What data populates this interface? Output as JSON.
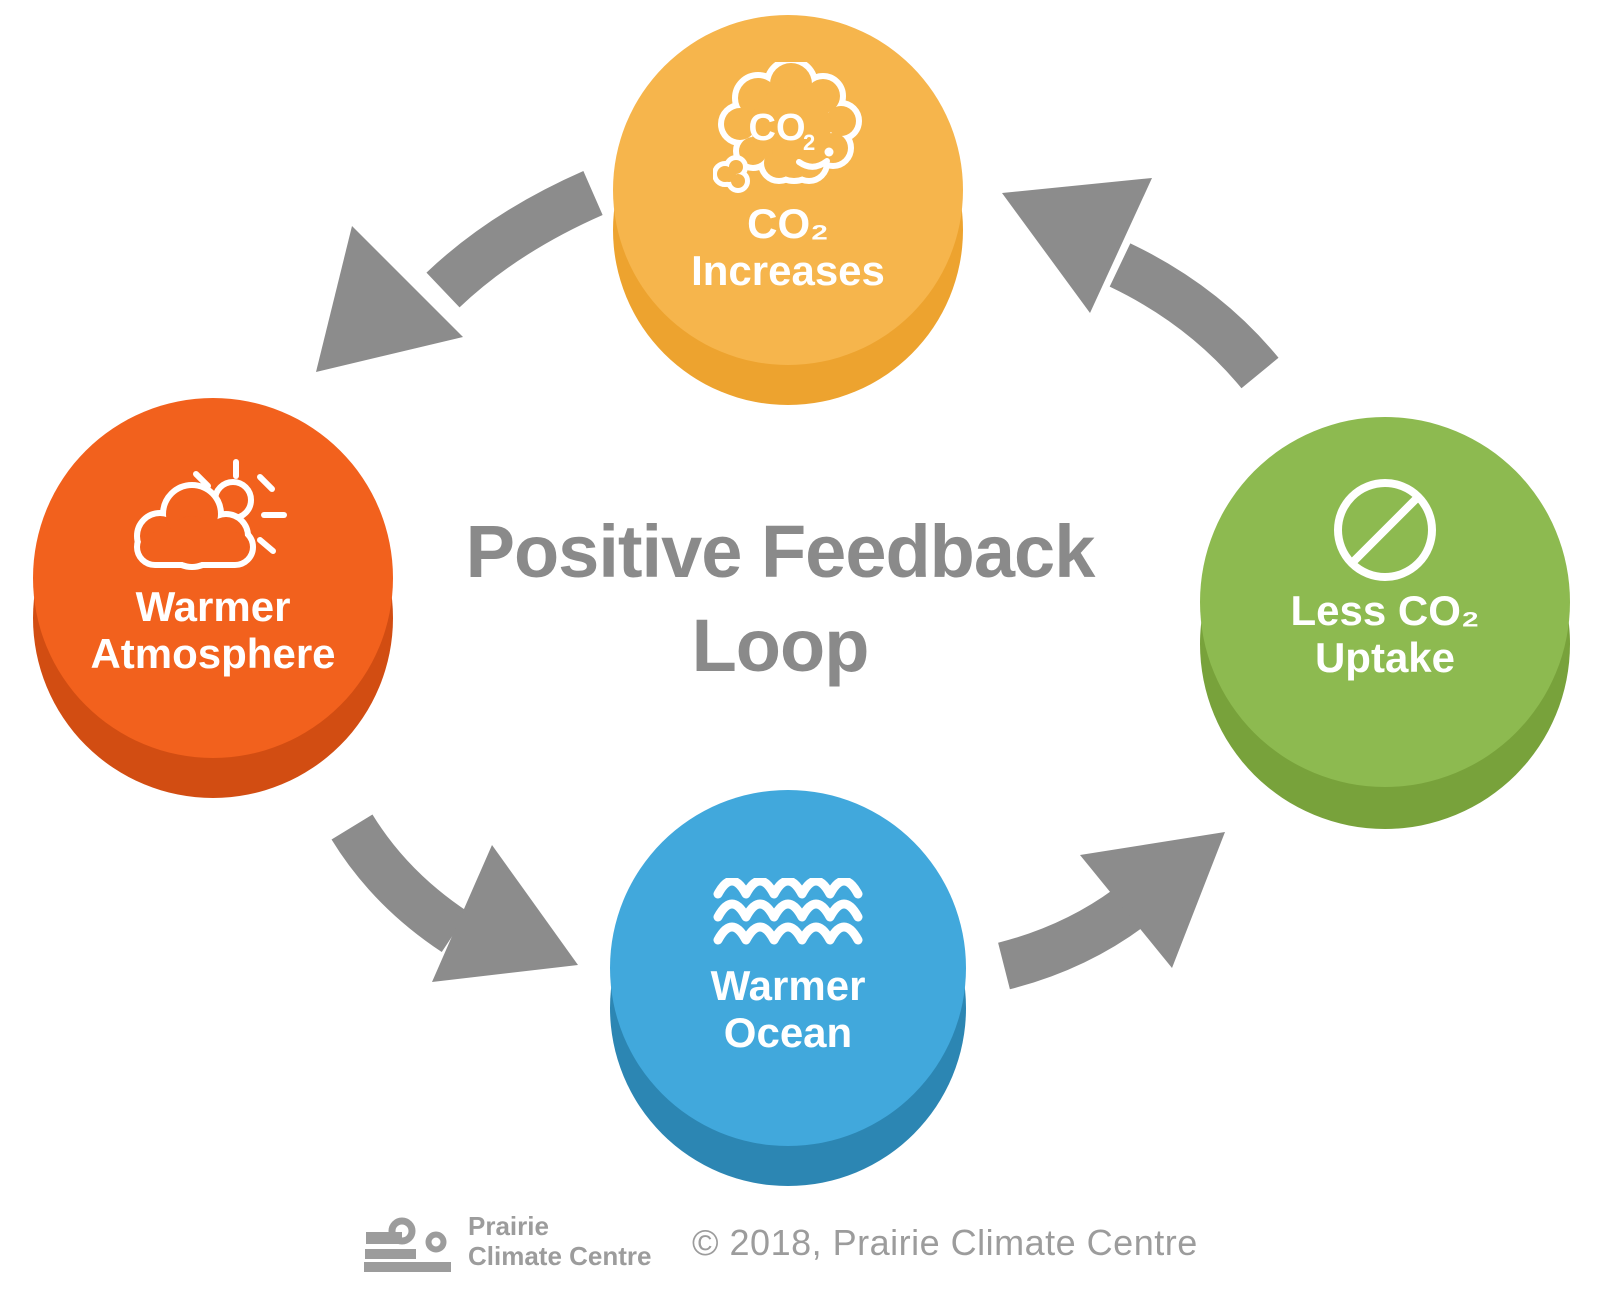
{
  "title": {
    "line1": "Positive Feedback",
    "line2": "Loop"
  },
  "nodes": [
    {
      "id": "co2-increases",
      "label_line1": "CO₂",
      "label_line2": "Increases",
      "icon": "co2-thought-cloud-icon",
      "icon_text_main": "CO",
      "icon_text_sub": "2"
    },
    {
      "id": "warmer-atmosphere",
      "label_line1": "Warmer",
      "label_line2": "Atmosphere",
      "icon": "sun-behind-cloud-icon"
    },
    {
      "id": "warmer-ocean",
      "label_line1": "Warmer",
      "label_line2": "Ocean",
      "icon": "ocean-waves-icon"
    },
    {
      "id": "less-co2-uptake",
      "label_line1": "Less CO₂",
      "label_line2": "Uptake",
      "icon": "no-symbol-icon"
    }
  ],
  "arrows": [
    {
      "name": "arrow-co2-to-atmosphere",
      "from": "co2-increases",
      "to": "warmer-atmosphere"
    },
    {
      "name": "arrow-atmosphere-to-ocean",
      "from": "warmer-atmosphere",
      "to": "warmer-ocean"
    },
    {
      "name": "arrow-ocean-to-uptake",
      "from": "warmer-ocean",
      "to": "less-co2-uptake"
    },
    {
      "name": "arrow-uptake-to-co2",
      "from": "less-co2-uptake",
      "to": "co2-increases"
    }
  ],
  "footer": {
    "logo_name_line1": "Prairie",
    "logo_name_line2": "Climate Centre",
    "copyright": "© 2018, Prairie Climate Centre"
  },
  "colors": {
    "node-yellow": "#F6B54C",
    "node-yellow-dark": "#EDA32F",
    "node-orange": "#F2611D",
    "node-orange-dark": "#D24D12",
    "node-blue": "#41A8DC",
    "node-blue-dark": "#2C86B3",
    "node-green": "#8DBA50",
    "node-green-dark": "#78A23B",
    "arrow-gray": "#8C8C8C",
    "title-gray": "#8A8A8A",
    "footer-gray": "#9C9C9C",
    "background": "#FFFFFF"
  }
}
